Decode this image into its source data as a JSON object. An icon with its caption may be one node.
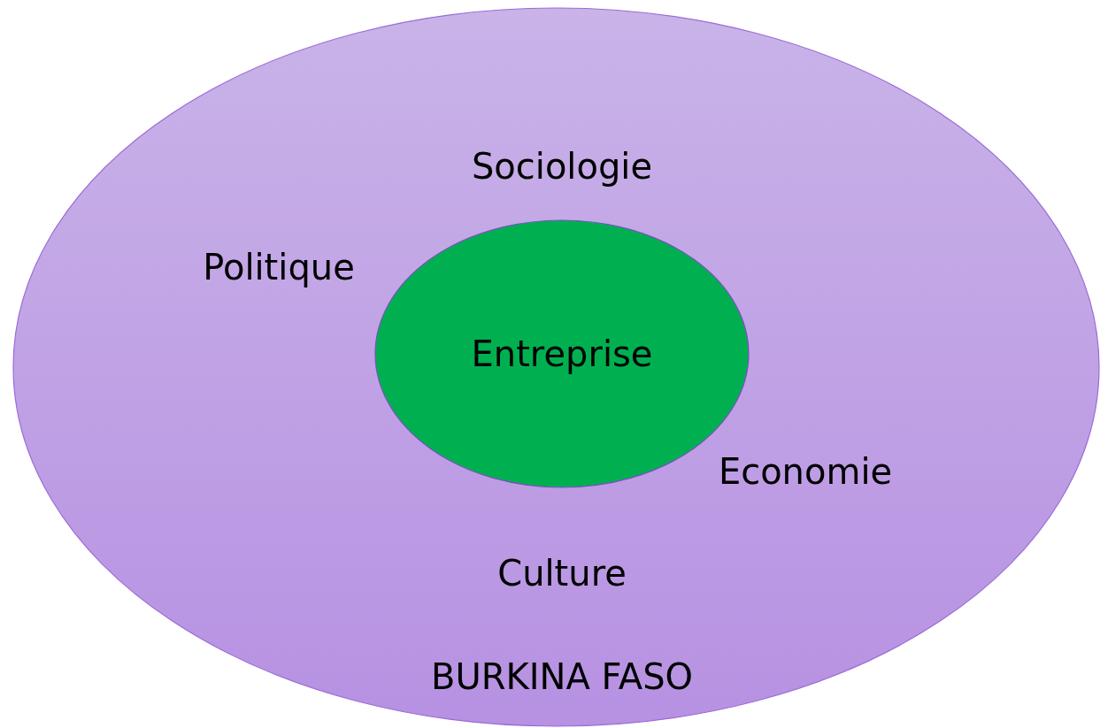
{
  "diagram": {
    "nodes": [
      {
        "text": [
          "Sociologie",
          "Politique",
          "Economie",
          "Culture",
          "BURKINA FASO"
        ]
      },
      {
        "text": [
          "Entreprise"
        ],
        "in": 0
      }
    ]
  }
}
